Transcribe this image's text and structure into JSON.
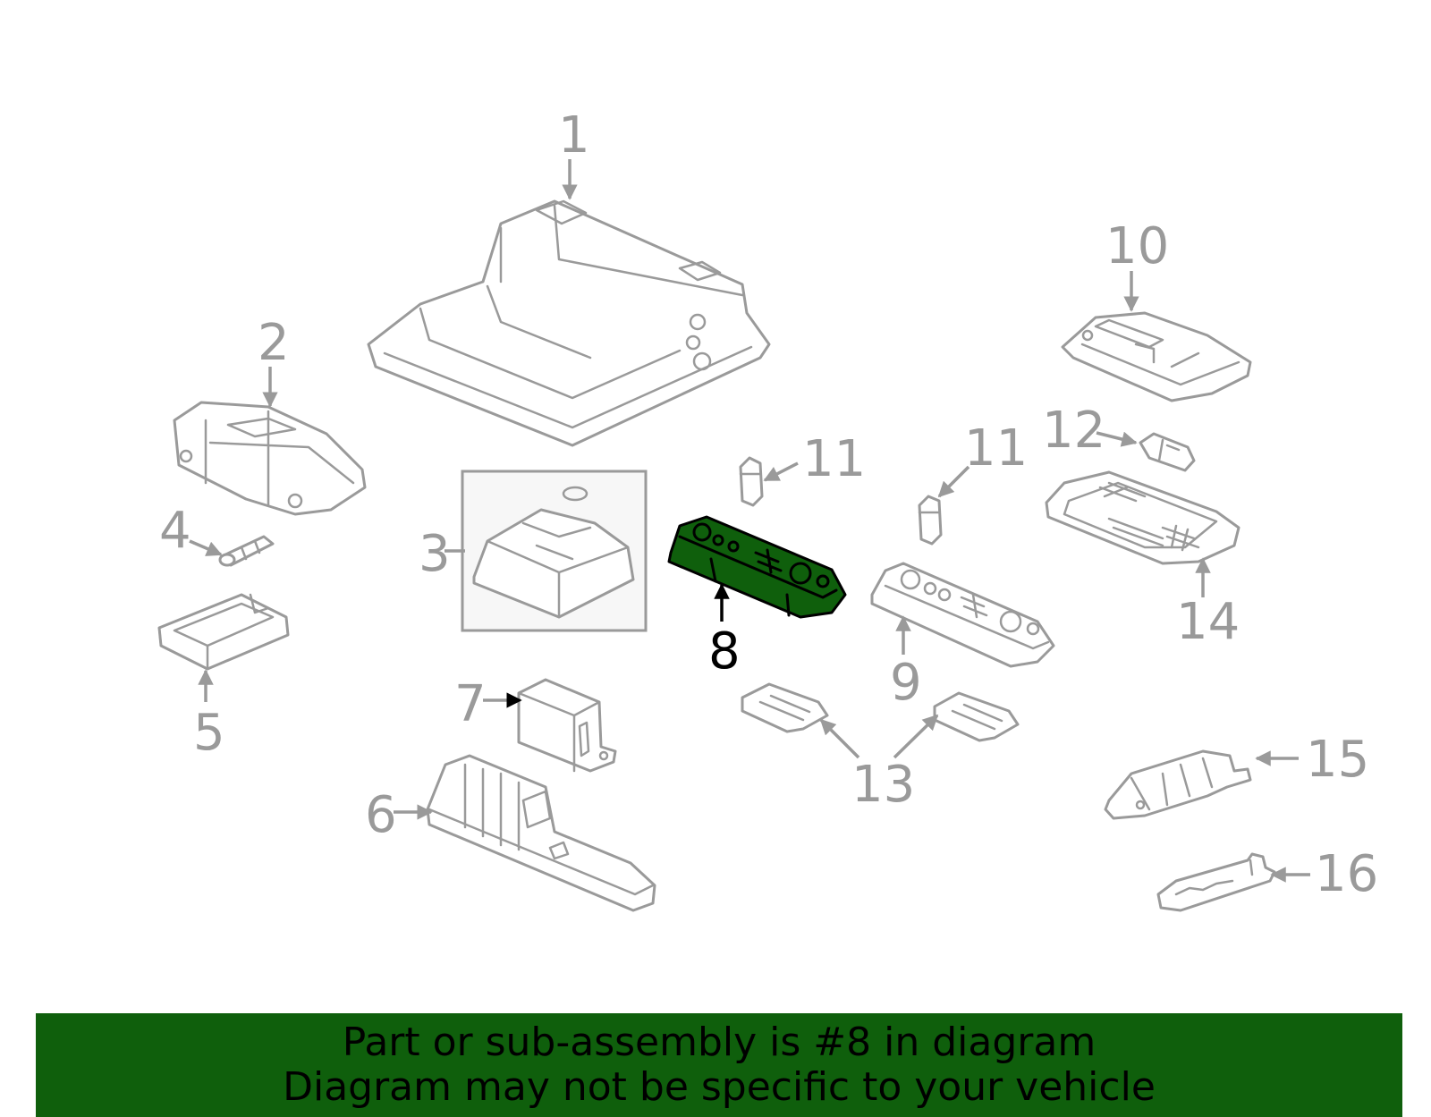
{
  "colors": {
    "part_stroke": "#9a9a9a",
    "highlight_fill": "#0f5f0c",
    "highlight_stroke": "#000000",
    "banner_background": "#0f5f0c",
    "banner_text": "#000000",
    "label_default": "#9a9a9a",
    "label_highlight": "#000000"
  },
  "highlighted_part": "8",
  "callouts": [
    "1",
    "2",
    "3",
    "4",
    "5",
    "6",
    "7",
    "8",
    "9",
    "10",
    "11",
    "11",
    "12",
    "13",
    "14",
    "15",
    "16"
  ],
  "banner": {
    "line1": "Part or sub-assembly is #8 in diagram",
    "line2": "Diagram may not be specific to your vehicle"
  }
}
